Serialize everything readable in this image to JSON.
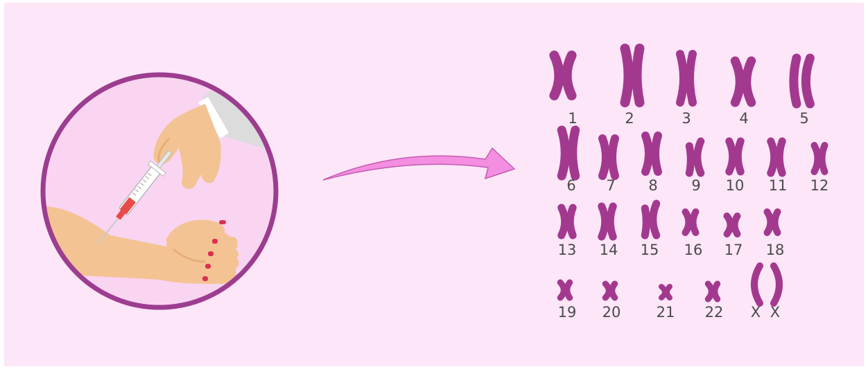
{
  "colors": {
    "background": "#fde6f8",
    "circle_ring": "#9c3d8f",
    "circle_fill": "#f9d5f2",
    "skin": "#f3c393",
    "skin_shadow": "#e8ad78",
    "sleeve": "#dcdcdc",
    "syringe_body": "#ffffff",
    "syringe_blood": "#e84a4a",
    "nail_polish": "#d9304f",
    "arrow": "#f48ee0",
    "arrow_stroke": "#c45bb3",
    "chromosome": "#a3398f",
    "label_text": "#4a4a4a"
  },
  "karyotype": {
    "labels": [
      "1",
      "2",
      "3",
      "4",
      "5",
      "6",
      "7",
      "8",
      "9",
      "10",
      "11",
      "12",
      "13",
      "14",
      "15",
      "16",
      "17",
      "18",
      "19",
      "20",
      "21",
      "22",
      "X",
      "X"
    ]
  }
}
